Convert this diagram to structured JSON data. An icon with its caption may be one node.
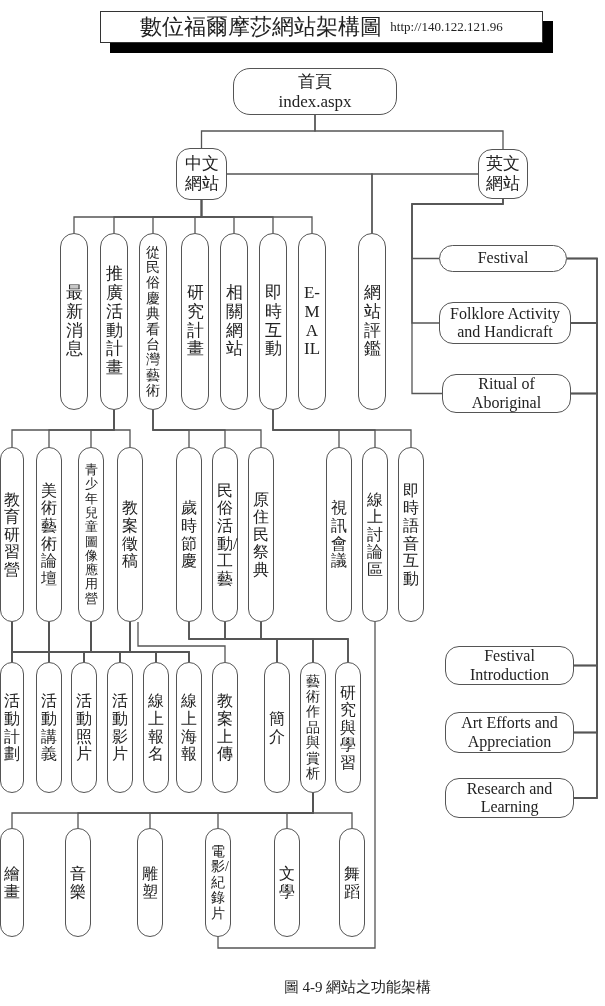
{
  "diagram": {
    "title": "數位福爾摩莎網站架構圖",
    "caption": "圖 4-9 網站之功能架構",
    "nodes": [
      {
        "text": [
          "首頁",
          "index.aspx"
        ]
      },
      {
        "text": [
          "中文網站"
        ]
      },
      {
        "text": [
          "英文網站"
        ]
      },
      {
        "text": [
          "最新消息"
        ]
      },
      {
        "text": [
          "推廣活動計畫"
        ]
      },
      {
        "text": [
          "從民俗慶典看台灣藝術"
        ]
      },
      {
        "text": [
          "研究計畫"
        ]
      },
      {
        "text": [
          "相關網站"
        ]
      },
      {
        "text": [
          "即時互動"
        ]
      },
      {
        "text": [
          "E-MAIL"
        ]
      },
      {
        "text": [
          "網站評鑑"
        ]
      },
      {
        "text": [
          "Festival"
        ]
      },
      {
        "text": [
          "Folklore Activity and Handicraft"
        ]
      },
      {
        "text": [
          "Ritual of Aboriginal"
        ]
      },
      {
        "text": [
          "教育研習營"
        ]
      },
      {
        "text": [
          "美術藝術論壇"
        ]
      },
      {
        "text": [
          "青少年兒童圖像應用營"
        ]
      },
      {
        "text": [
          "教案徵稿"
        ]
      },
      {
        "text": [
          "歲時節慶"
        ]
      },
      {
        "text": [
          "民俗活動/工藝"
        ]
      },
      {
        "text": [
          "原住民祭典"
        ]
      },
      {
        "text": [
          "視訊會議"
        ]
      },
      {
        "text": [
          "線上討論區"
        ]
      },
      {
        "text": [
          "即時語音互動"
        ]
      },
      {
        "text": [
          "活動計劃"
        ]
      },
      {
        "text": [
          "活動講義"
        ]
      },
      {
        "text": [
          "活動照片"
        ]
      },
      {
        "text": [
          "活動影片"
        ]
      },
      {
        "text": [
          "線上報名"
        ]
      },
      {
        "text": [
          "線上海報"
        ]
      },
      {
        "text": [
          "教案上傳"
        ]
      },
      {
        "text": [
          "簡介"
        ]
      },
      {
        "text": [
          "藝術作品與賞析"
        ]
      },
      {
        "text": [
          "研究與學習"
        ]
      },
      {
        "text": [
          "Festival Introduction"
        ]
      },
      {
        "text": [
          "Art Efforts and Appreciation"
        ]
      },
      {
        "text": [
          "Research and Learning"
        ]
      },
      {
        "text": [
          "繪畫"
        ]
      },
      {
        "text": [
          "音樂"
        ]
      },
      {
        "text": [
          "雕塑"
        ]
      },
      {
        "text": [
          "電影/紀錄片"
        ]
      },
      {
        "text": [
          "文學"
        ]
      },
      {
        "text": [
          "舞蹈"
        ]
      }
    ],
    "edges": [
      {
        "from": 0,
        "to": 1,
        "arrow": "none"
      },
      {
        "from": 0,
        "to": 2,
        "arrow": "none"
      },
      {
        "from": 1,
        "to": 10,
        "arrow": "none"
      },
      {
        "from": 2,
        "to": 10,
        "arrow": "none"
      },
      {
        "from": 1,
        "to": 3,
        "arrow": "none"
      },
      {
        "from": 1,
        "to": 4,
        "arrow": "none"
      },
      {
        "from": 1,
        "to": 5,
        "arrow": "none"
      },
      {
        "from": 1,
        "to": 6,
        "arrow": "none"
      },
      {
        "from": 1,
        "to": 7,
        "arrow": "none"
      },
      {
        "from": 1,
        "to": 8,
        "arrow": "none"
      },
      {
        "from": 1,
        "to": 9,
        "arrow": "none"
      },
      {
        "from": 2,
        "to": 11,
        "arrow": "none"
      },
      {
        "from": 2,
        "to": 12,
        "arrow": "none"
      },
      {
        "from": 2,
        "to": 13,
        "arrow": "none"
      },
      {
        "from": 4,
        "to": 14,
        "arrow": "none"
      },
      {
        "from": 4,
        "to": 15,
        "arrow": "none"
      },
      {
        "from": 4,
        "to": 16,
        "arrow": "none"
      },
      {
        "from": 4,
        "to": 17,
        "arrow": "none"
      },
      {
        "from": 5,
        "to": 18,
        "arrow": "none"
      },
      {
        "from": 5,
        "to": 19,
        "arrow": "none"
      },
      {
        "from": 5,
        "to": 20,
        "arrow": "none"
      },
      {
        "from": 8,
        "to": 21,
        "arrow": "none"
      },
      {
        "from": 8,
        "to": 22,
        "arrow": "none"
      },
      {
        "from": 8,
        "to": 23,
        "arrow": "none"
      },
      {
        "from": 14,
        "to": 24,
        "arrow": "none"
      },
      {
        "from": 14,
        "to": 25,
        "arrow": "none"
      },
      {
        "from": 14,
        "to": 26,
        "arrow": "none"
      },
      {
        "from": 14,
        "to": 27,
        "arrow": "none"
      },
      {
        "from": 14,
        "to": 28,
        "arrow": "none"
      },
      {
        "from": 14,
        "to": 29,
        "arrow": "none"
      },
      {
        "from": 15,
        "to": 24,
        "arrow": "none"
      },
      {
        "from": 15,
        "to": 25,
        "arrow": "none"
      },
      {
        "from": 15,
        "to": 26,
        "arrow": "none"
      },
      {
        "from": 15,
        "to": 27,
        "arrow": "none"
      },
      {
        "from": 15,
        "to": 28,
        "arrow": "none"
      },
      {
        "from": 15,
        "to": 29,
        "arrow": "none"
      },
      {
        "from": 16,
        "to": 24,
        "arrow": "none"
      },
      {
        "from": 16,
        "to": 25,
        "arrow": "none"
      },
      {
        "from": 16,
        "to": 26,
        "arrow": "none"
      },
      {
        "from": 16,
        "to": 27,
        "arrow": "none"
      },
      {
        "from": 16,
        "to": 28,
        "arrow": "none"
      },
      {
        "from": 16,
        "to": 29,
        "arrow": "none"
      },
      {
        "from": 17,
        "to": 24,
        "arrow": "none"
      },
      {
        "from": 17,
        "to": 25,
        "arrow": "none"
      },
      {
        "from": 17,
        "to": 26,
        "arrow": "none"
      },
      {
        "from": 17,
        "to": 27,
        "arrow": "none"
      },
      {
        "from": 17,
        "to": 28,
        "arrow": "none"
      },
      {
        "from": 17,
        "to": 29,
        "arrow": "none"
      },
      {
        "from": 17,
        "to": 30,
        "arrow": "none"
      },
      {
        "from": 18,
        "to": 31,
        "arrow": "none"
      },
      {
        "from": 18,
        "to": 32,
        "arrow": "none"
      },
      {
        "from": 18,
        "to": 33,
        "arrow": "none"
      },
      {
        "from": 19,
        "to": 31,
        "arrow": "none"
      },
      {
        "from": 19,
        "to": 32,
        "arrow": "none"
      },
      {
        "from": 19,
        "to": 33,
        "arrow": "none"
      },
      {
        "from": 20,
        "to": 31,
        "arrow": "none"
      },
      {
        "from": 20,
        "to": 32,
        "arrow": "none"
      },
      {
        "from": 20,
        "to": 33,
        "arrow": "none"
      },
      {
        "from": 32,
        "to": 37,
        "arrow": "none"
      },
      {
        "from": 32,
        "to": 38,
        "arrow": "none"
      },
      {
        "from": 32,
        "to": 39,
        "arrow": "none"
      },
      {
        "from": 32,
        "to": 40,
        "arrow": "none"
      },
      {
        "from": 32,
        "to": 41,
        "arrow": "none"
      },
      {
        "from": 32,
        "to": 42,
        "arrow": "none"
      },
      {
        "from": 22,
        "to": 40,
        "arrow": "none"
      },
      {
        "from": 11,
        "to": 34,
        "arrow": "none"
      },
      {
        "from": 11,
        "to": 35,
        "arrow": "none"
      },
      {
        "from": 11,
        "to": 36,
        "arrow": "none"
      },
      {
        "from": 12,
        "to": 34,
        "arrow": "none"
      },
      {
        "from": 12,
        "to": 35,
        "arrow": "none"
      },
      {
        "from": 12,
        "to": 36,
        "arrow": "none"
      },
      {
        "from": 13,
        "to": 34,
        "arrow": "none"
      },
      {
        "from": 13,
        "to": 35,
        "arrow": "none"
      },
      {
        "from": 13,
        "to": 36,
        "arrow": "none"
      }
    ],
    "labels": [
      "http://140.122.121.96"
    ]
  }
}
